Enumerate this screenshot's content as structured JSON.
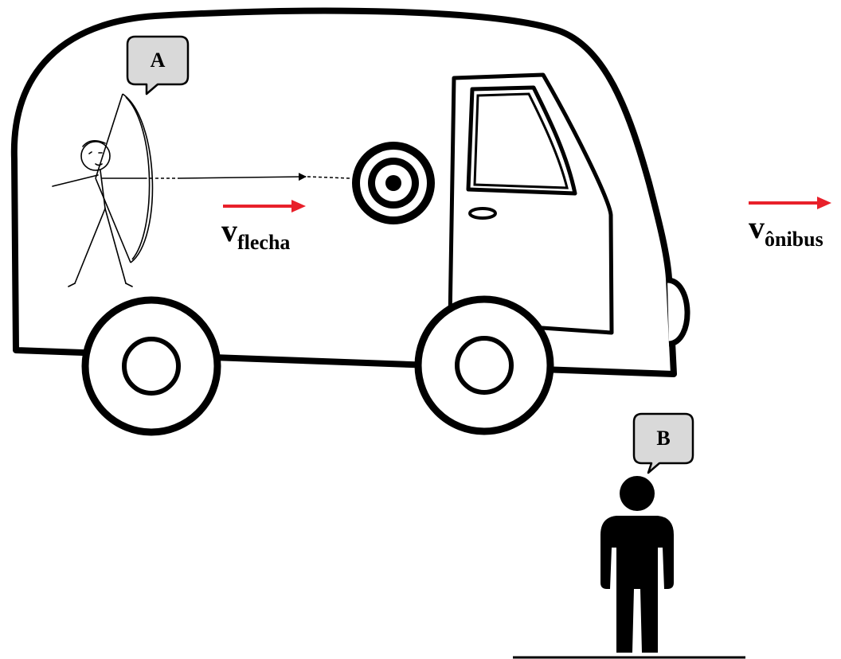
{
  "labels": {
    "observer_a": "A",
    "observer_b": "B",
    "arrow_velocity": {
      "symbol": "v",
      "subscript": "flecha"
    },
    "bus_velocity": {
      "symbol": "v",
      "subscript": "ônibus"
    }
  },
  "colors": {
    "velocity_arrow": "#e8202a",
    "outline": "#000000",
    "bubble_fill": "#d9d9d9"
  },
  "icons": [
    "archer-figure",
    "bow-icon",
    "target-icon",
    "person-silhouette",
    "speech-bubble"
  ]
}
